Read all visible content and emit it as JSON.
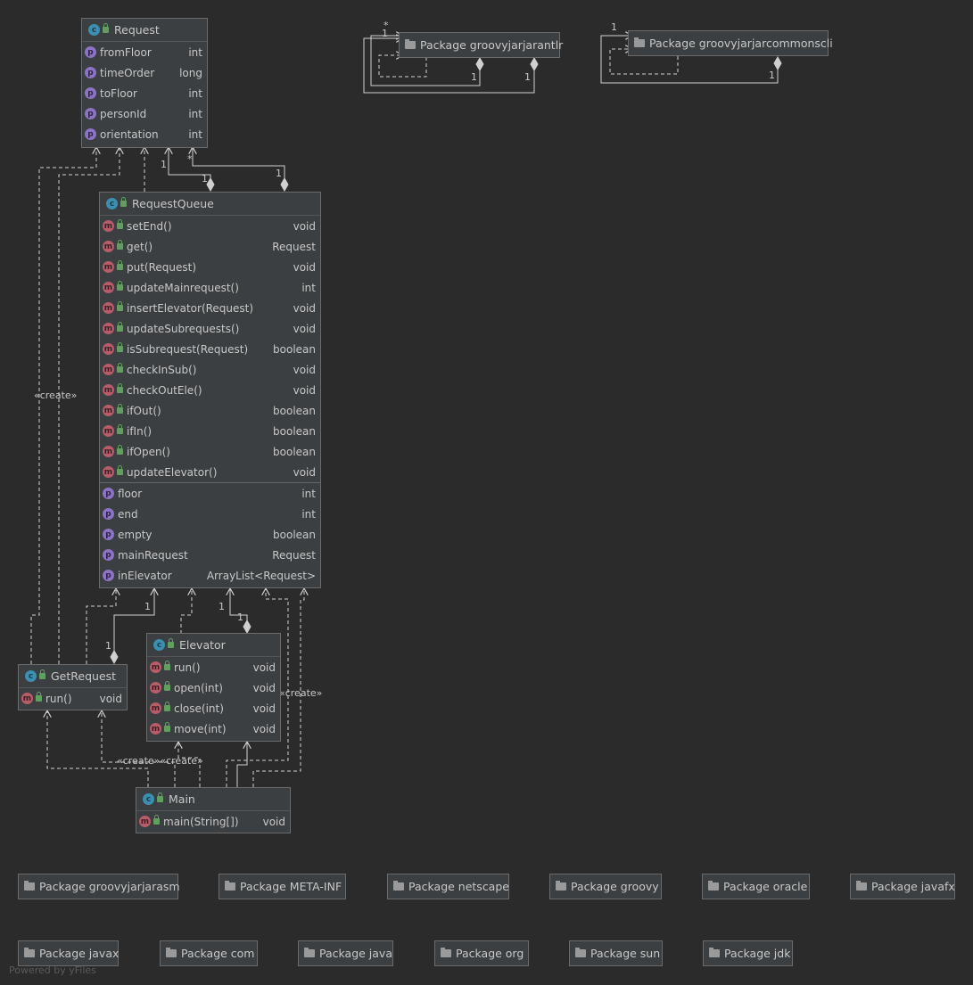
{
  "classes": {
    "request": {
      "name": "Request",
      "fields": [
        {
          "name": "fromFloor",
          "type": "int"
        },
        {
          "name": "timeOrder",
          "type": "long"
        },
        {
          "name": "toFloor",
          "type": "int"
        },
        {
          "name": "personId",
          "type": "int"
        },
        {
          "name": "orientation",
          "type": "int"
        }
      ]
    },
    "requestQueue": {
      "name": "RequestQueue",
      "methods": [
        {
          "name": "setEnd()",
          "type": "void"
        },
        {
          "name": "get()",
          "type": "Request"
        },
        {
          "name": "put(Request)",
          "type": "void"
        },
        {
          "name": "updateMainrequest()",
          "type": "int"
        },
        {
          "name": "insertElevator(Request)",
          "type": "void"
        },
        {
          "name": "updateSubrequests()",
          "type": "void"
        },
        {
          "name": "isSubrequest(Request)",
          "type": "boolean"
        },
        {
          "name": "checkInSub()",
          "type": "void"
        },
        {
          "name": "checkOutEle()",
          "type": "void"
        },
        {
          "name": "ifOut()",
          "type": "boolean"
        },
        {
          "name": "ifIn()",
          "type": "boolean"
        },
        {
          "name": "ifOpen()",
          "type": "boolean"
        },
        {
          "name": "updateElevator()",
          "type": "void"
        }
      ],
      "fields": [
        {
          "name": "floor",
          "type": "int"
        },
        {
          "name": "end",
          "type": "int"
        },
        {
          "name": "empty",
          "type": "boolean"
        },
        {
          "name": "mainRequest",
          "type": "Request"
        },
        {
          "name": "inElevator",
          "type": "ArrayList<Request>"
        }
      ]
    },
    "elevator": {
      "name": "Elevator",
      "methods": [
        {
          "name": "run()",
          "type": "void"
        },
        {
          "name": "open(int)",
          "type": "void"
        },
        {
          "name": "close(int)",
          "type": "void"
        },
        {
          "name": "move(int)",
          "type": "void"
        }
      ]
    },
    "getRequest": {
      "name": "GetRequest",
      "methods": [
        {
          "name": "run()",
          "type": "void"
        }
      ]
    },
    "main": {
      "name": "Main",
      "methods": [
        {
          "name": "main(String[])",
          "type": "void"
        }
      ]
    }
  },
  "packages": {
    "top": [
      "Package groovyjarjarantlr",
      "Package groovyjarjarcommonscli"
    ],
    "row1": [
      "Package groovyjarjarasm",
      "Package META-INF",
      "Package netscape",
      "Package groovy",
      "Package oracle",
      "Package javafx"
    ],
    "row2": [
      "Package javax",
      "Package com",
      "Package java",
      "Package org",
      "Package sun",
      "Package jdk"
    ]
  },
  "badges": {
    "class": "c",
    "method": "m",
    "property": "p"
  },
  "labels": {
    "create_left": "«create»",
    "create_right": "«create»",
    "create_bottom": "«create»«create»",
    "mult_one": "1",
    "mult_many": "*"
  },
  "footer": "Powered by yFiles",
  "colors": {
    "background": "#2b2b2b",
    "node": "#3c3f41",
    "edge": "#d0d0d0",
    "text": "#c8c8c8"
  }
}
